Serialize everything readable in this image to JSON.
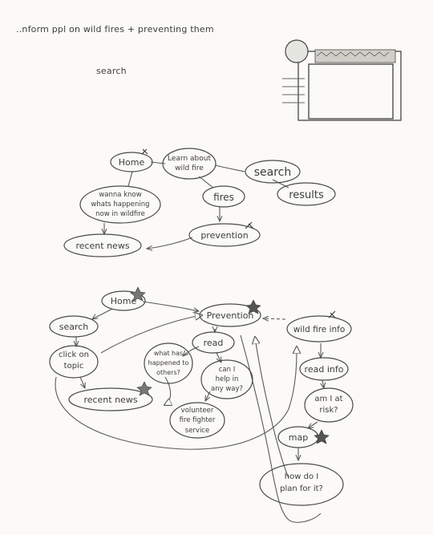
{
  "header": {
    "note": "..nform ppl on wild fires + preventing them",
    "search_label": "search"
  },
  "diagram_top": {
    "nodes": {
      "home": "Home",
      "learn": [
        "Learn about",
        "wild fire"
      ],
      "search": "search",
      "results": "results",
      "wanna_know": [
        "wanna know",
        "whats happening",
        "now in wildfire"
      ],
      "fires": "fires",
      "prevention": "prevention",
      "recent_news": "recent news"
    }
  },
  "diagram_bottom": {
    "nodes": {
      "home": "Home",
      "search": "search",
      "click_topic": [
        "click on",
        "topic"
      ],
      "recent_news": "recent news",
      "prevention": "Prevention",
      "read": "read",
      "what_happened": [
        "what has",
        "happened to",
        "others?"
      ],
      "can_i_help": [
        "can I",
        "help in",
        "any way?"
      ],
      "volunteer": [
        "volunteer",
        "fire fighter",
        "service"
      ],
      "wildfire_info": "wild fire info",
      "read_info": "read info",
      "am_i_at_risk": [
        "am I at",
        "risk?"
      ],
      "map": "map",
      "plan": [
        "how do I",
        "plan for it?"
      ]
    }
  }
}
